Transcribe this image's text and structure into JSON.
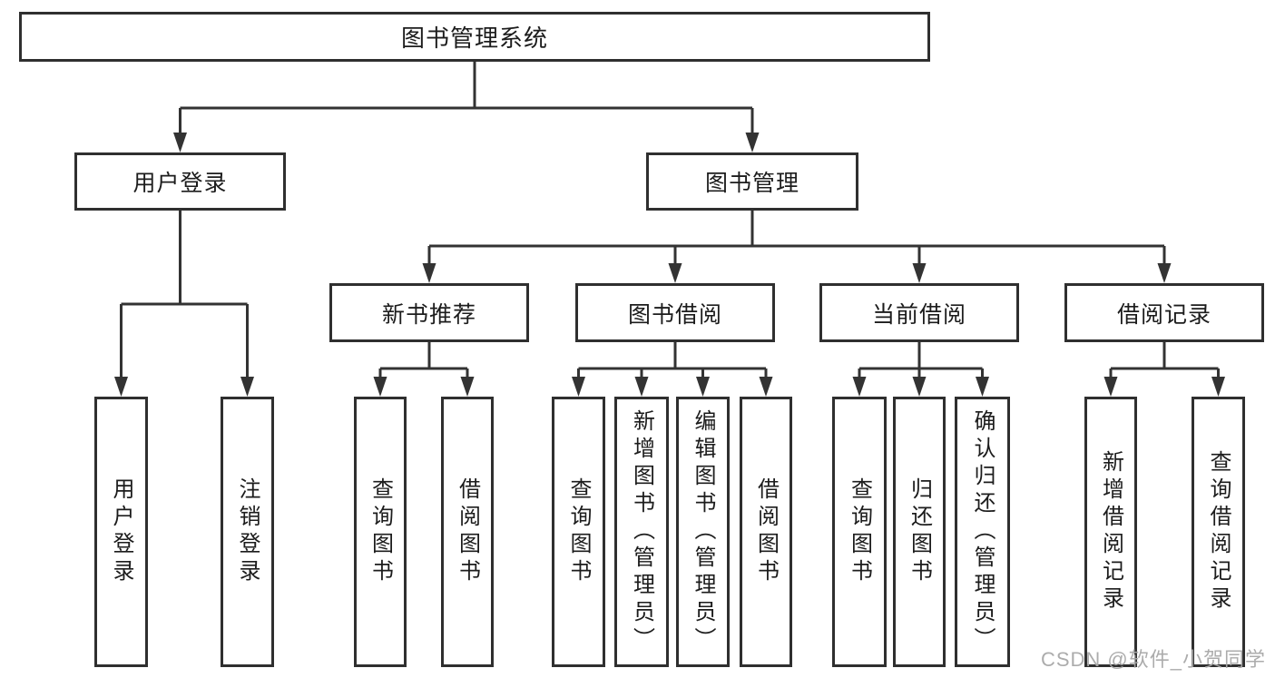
{
  "diagram": {
    "tree": {
      "root": {
        "label": "图书管理系统"
      },
      "children": [
        {
          "label": "用户登录",
          "children": [
            {
              "label": "用户登录"
            },
            {
              "label": "注销登录"
            }
          ]
        },
        {
          "label": "图书管理",
          "children": [
            {
              "label": "新书推荐",
              "children": [
                {
                  "label": "查询图书"
                },
                {
                  "label": "借阅图书"
                }
              ]
            },
            {
              "label": "图书借阅",
              "children": [
                {
                  "label": "查询图书"
                },
                {
                  "label": "新增图书（管理员）"
                },
                {
                  "label": "编辑图书（管理员）"
                },
                {
                  "label": "借阅图书"
                }
              ]
            },
            {
              "label": "当前借阅",
              "children": [
                {
                  "label": "查询图书"
                },
                {
                  "label": "归还图书"
                },
                {
                  "label": "确认归还（管理员）"
                }
              ]
            },
            {
              "label": "借阅记录",
              "children": [
                {
                  "label": "新增借阅记录"
                },
                {
                  "label": "查询借阅记录"
                }
              ]
            }
          ]
        }
      ]
    },
    "colors": {
      "line": "#333333",
      "box_border": "#2f2f2f",
      "text": "#1c1c1c",
      "watermark": "#a8a8a8",
      "background": "#ffffff"
    }
  },
  "watermark": {
    "text": "CSDN @软件_小贺同学"
  }
}
